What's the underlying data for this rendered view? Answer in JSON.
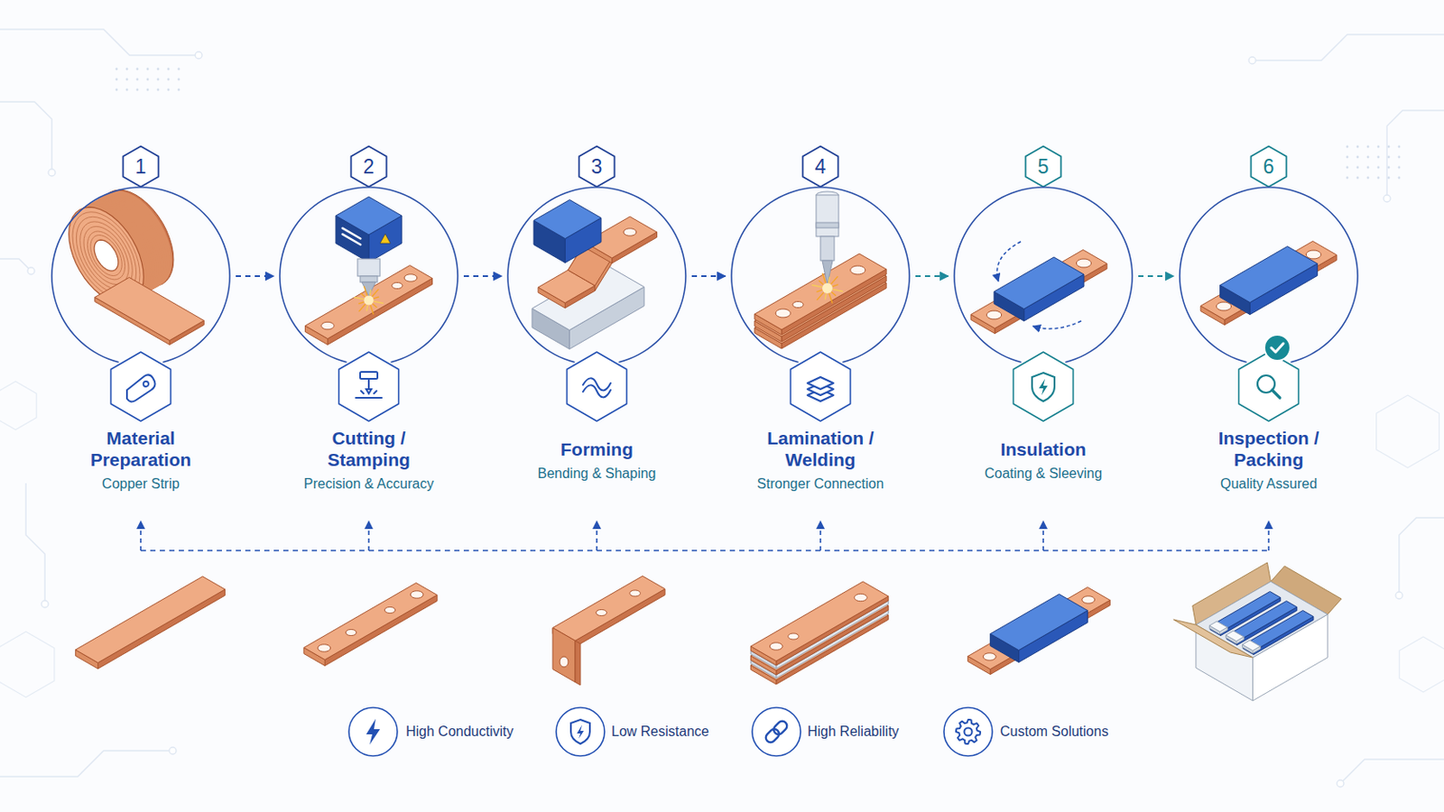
{
  "diagram": {
    "nodes": [
      {
        "text": [
          "1"
        ]
      },
      {
        "text": [
          "Material Preparation",
          "Copper Strip"
        ]
      },
      {
        "text": [
          "2"
        ]
      },
      {
        "text": [
          "Cutting / Stamping",
          "Precision & Accuracy"
        ]
      },
      {
        "text": [
          "3"
        ]
      },
      {
        "text": [
          "Forming",
          "Bending & Shaping"
        ]
      },
      {
        "text": [
          "4"
        ]
      },
      {
        "text": [
          "Lamination / Welding",
          "Stronger Connection"
        ]
      },
      {
        "text": [
          "5"
        ]
      },
      {
        "text": [
          "Insulation",
          "Coating & Sleeving"
        ]
      },
      {
        "text": [
          "6"
        ]
      },
      {
        "text": [
          "Inspection / Packing",
          "Quality Assured"
        ]
      }
    ],
    "edges": [
      {
        "from": 1,
        "to": 3,
        "arrow": "to"
      },
      {
        "from": 3,
        "to": 5,
        "arrow": "to"
      },
      {
        "from": 5,
        "to": 7,
        "arrow": "to"
      },
      {
        "from": 7,
        "to": 9,
        "arrow": "to"
      },
      {
        "from": 9,
        "to": 11,
        "arrow": "to"
      }
    ],
    "labels": [
      "High Conductivity",
      "Low Resistance",
      "High Reliability",
      "Custom Solutions"
    ]
  }
}
